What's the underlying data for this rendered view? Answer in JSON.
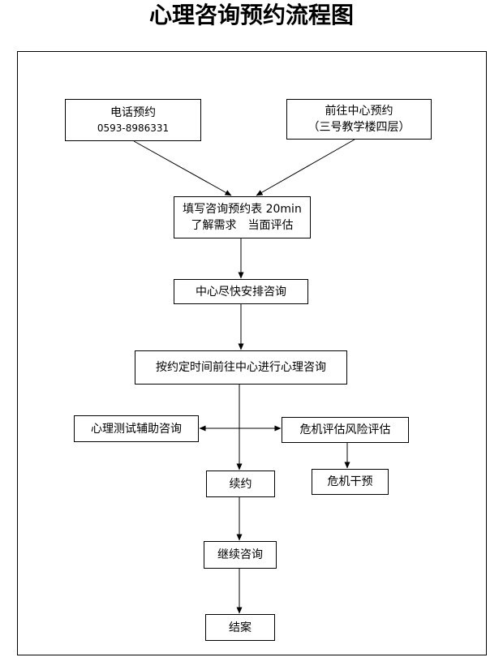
{
  "title": "心理咨询预约流程图",
  "nodes": {
    "phone": {
      "line1": "电话预约",
      "line2": "0593-8986331"
    },
    "visit": {
      "line1": "前往中心预约",
      "line2": "（三号教学楼四层）"
    },
    "form": {
      "line1": "填写咨询预约表 20min",
      "line2": "了解需求　当面评估"
    },
    "arrange": "中心尽快安排咨询",
    "session": "按约定时间前往中心进行心理咨询",
    "test": "心理测试辅助咨询",
    "crisis_assess": "危机评估风险评估",
    "renew": "续约",
    "crisis_intervene": "危机干预",
    "continue": "继续咨询",
    "close": "结案"
  }
}
